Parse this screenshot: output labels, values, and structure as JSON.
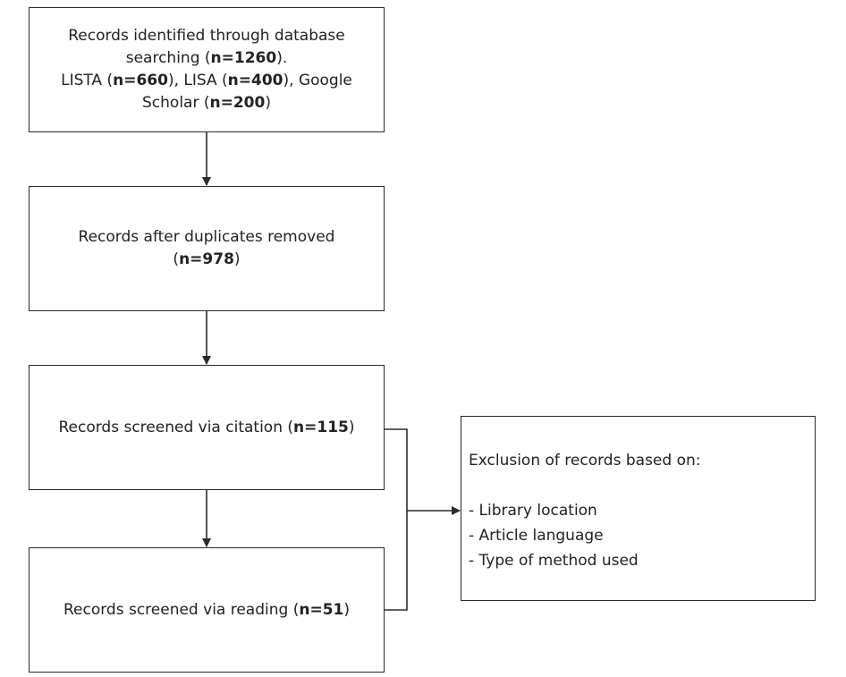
{
  "boxes": [
    {
      "lines": [
        [
          {
            "t": "Records identified through database",
            "b": false
          }
        ],
        [
          {
            "t": "searching (",
            "b": false
          },
          {
            "t": "n=1260",
            "b": true
          },
          {
            "t": ").",
            "b": false
          }
        ],
        [
          {
            "t": "LISTA (",
            "b": false
          },
          {
            "t": "n=660",
            "b": true
          },
          {
            "t": "), LISA (",
            "b": false
          },
          {
            "t": "n=400",
            "b": true
          },
          {
            "t": "), Google",
            "b": false
          }
        ],
        [
          {
            "t": "Scholar (",
            "b": false
          },
          {
            "t": "n=200",
            "b": true
          },
          {
            "t": ")",
            "b": false
          }
        ]
      ]
    },
    {
      "lines": [
        [
          {
            "t": "Records after duplicates removed",
            "b": false
          }
        ],
        [
          {
            "t": "(",
            "b": false
          },
          {
            "t": "n=978",
            "b": true
          },
          {
            "t": ")",
            "b": false
          }
        ]
      ]
    },
    {
      "lines": [
        [
          {
            "t": "Records screened via citation (",
            "b": false
          },
          {
            "t": "n=115",
            "b": true
          },
          {
            "t": ")",
            "b": false
          }
        ]
      ]
    },
    {
      "lines": [
        [
          {
            "t": "Records screened via reading (",
            "b": false
          },
          {
            "t": "n=51",
            "b": true
          },
          {
            "t": ")",
            "b": false
          }
        ]
      ]
    }
  ],
  "exclusion": {
    "heading": "Exclusion of records based on:",
    "items": [
      "- Library location",
      "- Article language",
      "- Type of method used"
    ]
  },
  "colors": {
    "stroke": "#2b2b2b",
    "text": "#222222",
    "background": "#ffffff"
  }
}
